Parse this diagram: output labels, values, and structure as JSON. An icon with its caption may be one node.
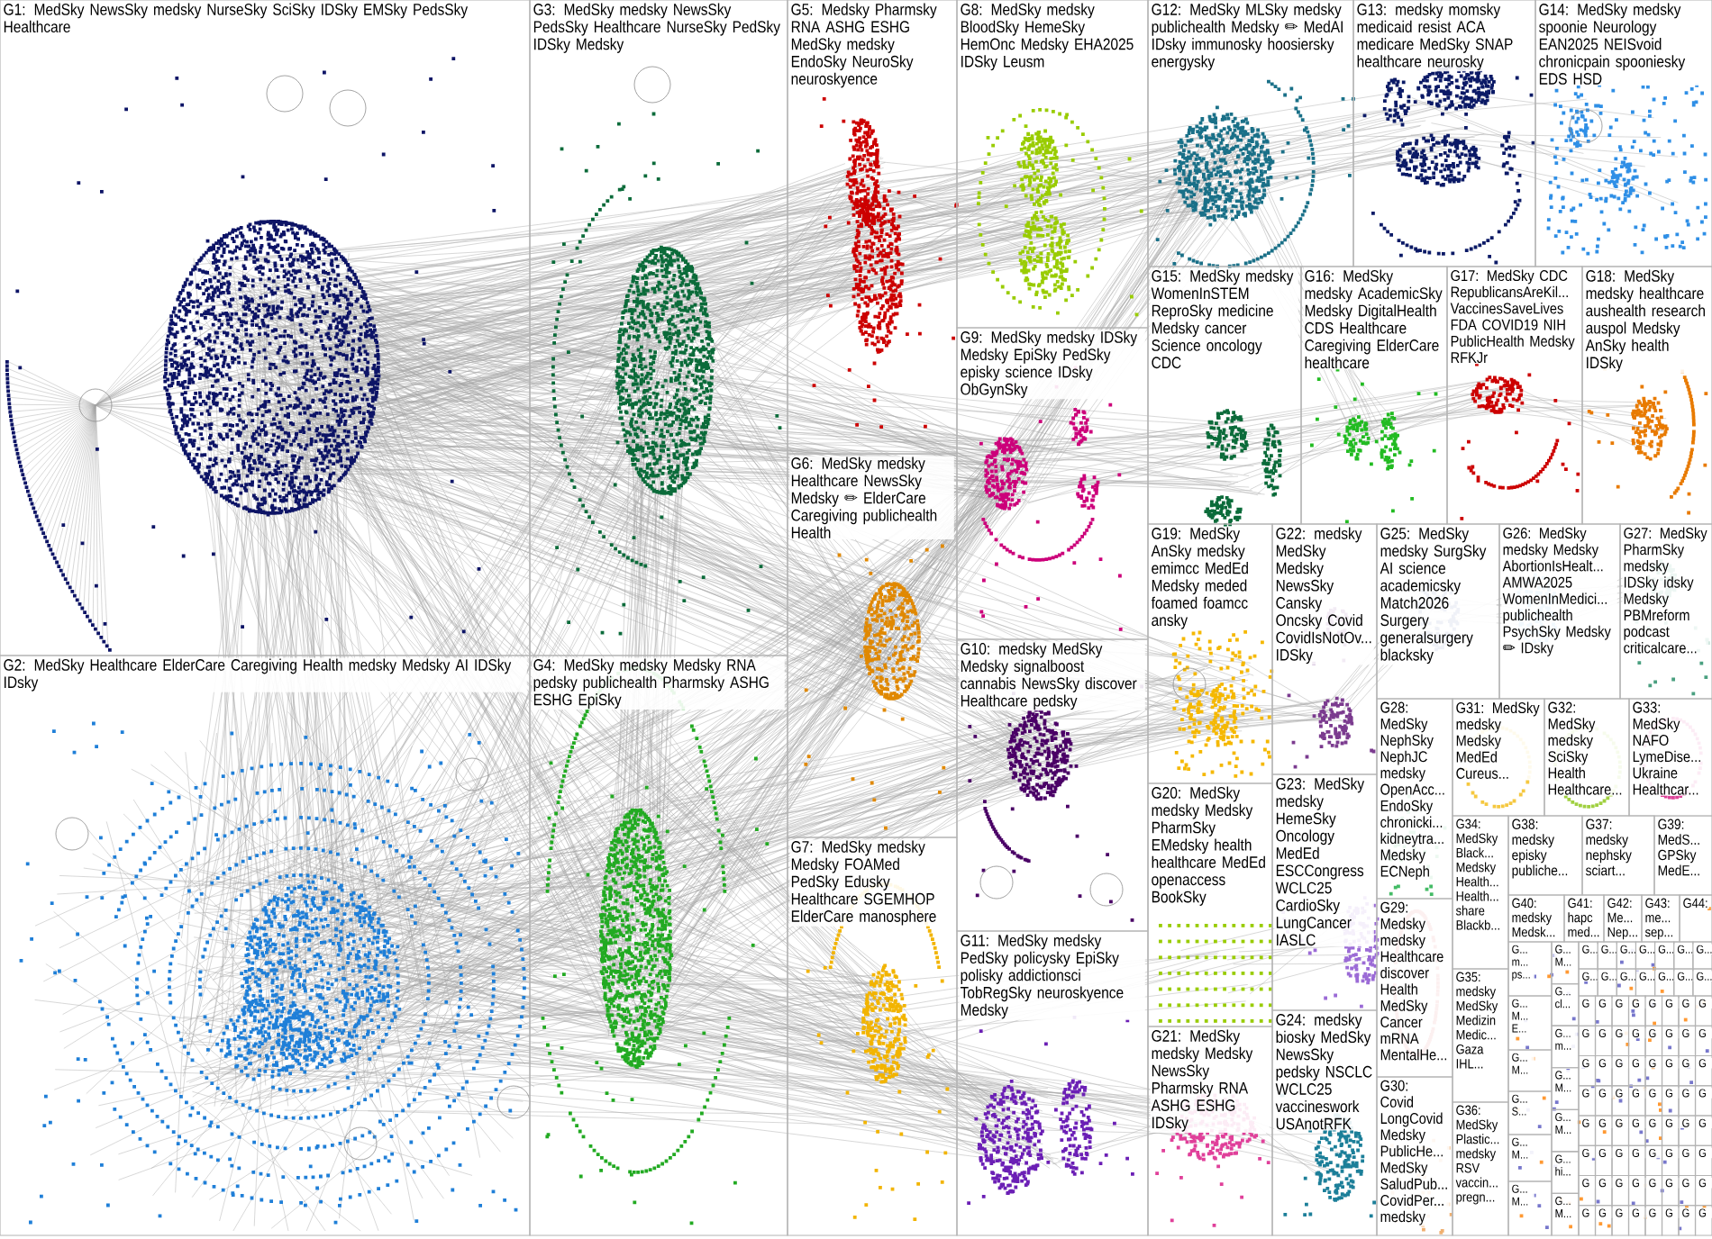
{
  "diagram": {
    "nodes": [
      {
        "text": [
          "G1: MedSky NewsSky medsky NurseSky SciSky IDSky EMSky PedsSky Healthcare"
        ]
      },
      {
        "text": [
          "G2: MedSky Healthcare ElderCare Caregiving Health medsky Medsky AI IDSky IDsky"
        ]
      },
      {
        "text": [
          "G3: MedSky medsky NewsSky PedsSky Healthcare NurseSky PedSky IDSky Medsky"
        ]
      },
      {
        "text": [
          "G4: MedSky medsky Medsky RNA pedsky publichealth Pharmsky ASHG ESHG EpiSky"
        ]
      },
      {
        "text": [
          "G5: Medsky Pharmsky RNA ASHG ESHG MedSky medsky EndoSky NeuroSky neuroskyence"
        ]
      },
      {
        "text": [
          "G6: MedSky medsky Healthcare NewsSky Medsky ✏ ElderCare Caregiving publichealth Health"
        ]
      },
      {
        "text": [
          "G7: MedSky medsky Medsky FOAMed PedSky Edusky Healthcare SGEMHOP ElderCare manosphere"
        ]
      },
      {
        "text": [
          "G8: MedSky medsky BloodSky HemeSky HemOnc Medsky EHA2025 IDSky Leusm"
        ]
      },
      {
        "text": [
          "G9: MedSky medsky IDSky Medsky EpiSky PedSky episky science IDsky ObGynSky"
        ]
      },
      {
        "text": [
          "G10: medsky MedSky Medsky signalboost cannabis NewsSky discover Healthcare pedsky"
        ]
      },
      {
        "text": [
          "G11: MedSky medsky PedSky policysky EpiSky polisky addictionsci TobRegSky neuroskyence Medsky"
        ]
      },
      {
        "text": [
          "G12: MedSky MLSky medsky publichealth Medsky ✏ MedAI IDsky immunosky hoosiersky energysky"
        ]
      },
      {
        "text": [
          "G13: medsky momsky medicaid resist ACA medicare MedSky SNAP healthcare neurosky"
        ]
      },
      {
        "text": [
          "G14: MedSky medsky spoonie Neurology EAN2025 NEISvoid chronicpain spooniesky EDS HSD"
        ]
      },
      {
        "text": [
          "G15: MedSky medsky WomenInSTEM ReproSky medicine Medsky cancer Science oncology CDC"
        ]
      },
      {
        "text": [
          "G16: MedSky medsky AcademicSky Medsky DigitalHealth CDS Healthcare Caregiving ElderCare healthcare"
        ]
      },
      {
        "text": [
          "G17: MedSky CDC RepublicansAreKil... VaccinesSaveLives FDA COVID19 NIH PublicHealth Medsky RFKJr"
        ]
      },
      {
        "text": [
          "G18: MedSky medsky healthcare aushealth research auspol Medsky AnSky health IDSky"
        ]
      },
      {
        "text": [
          "G19: MedSky AnSky medsky emimcc MedEd Medsky meded foamed foamcc ansky"
        ]
      },
      {
        "text": [
          "G20: MedSky medsky Medsky PharmSky EMedsky health healthcare MedEd openaccess BookSky"
        ]
      },
      {
        "text": [
          "G21: MedSky medsky Medsky NewsSky Pharmsky RNA ASHG ESHG IDSky"
        ]
      },
      {
        "text": [
          "G22: medsky MedSky Medsky NewsSky Cansky Oncsky Covid CovidIsNotOv... IDSky"
        ]
      },
      {
        "text": [
          "G23: MedSky medsky HemeSky Oncology MedEd ESCCongress WCLC25 CardioSky LungCancer IASLC"
        ]
      },
      {
        "text": [
          "G24: medsky biosky MedSky NewsSky pedsky NSCLC WCLC25 vaccineswork USAnotRFK"
        ]
      },
      {
        "text": [
          "G25: MedSky medsky SurgSky AI science academicsky Match2026 Surgery generalsurgery blacksky"
        ]
      },
      {
        "text": [
          "G26: MedSky medsky Medsky AbortionIsHealt... AMWA2025 WomenInMedici... publichealth PsychSky Medsky ✏ IDsky"
        ]
      },
      {
        "text": [
          "G27: MedSky PharmSky medsky IDSky idsky Medsky PBMreform podcast criticalcare..."
        ]
      },
      {
        "text": [
          "G28: MedSky NephSky NephJC medsky OpenAcc... EndoSky chronicki... kidneytra... Medsky ECNeph"
        ]
      },
      {
        "text": [
          "G29: Medsky medsky Healthcare discover Health MedSky Cancer mRNA MentalHe..."
        ]
      },
      {
        "text": [
          "G30: Covid LongCovid Medsky PublicHe... MedSky SaludPub... CovidPer... medsky"
        ]
      },
      {
        "text": [
          "G31: MedSky medsky Medsky MedEd Cureus..."
        ]
      },
      {
        "text": [
          "G32: MedSky medsky SciSky Health Healthcare..."
        ]
      },
      {
        "text": [
          "G33: MedSky NAFO LymeDise... Ukraine Healthcar..."
        ]
      },
      {
        "text": [
          "G34: MedSky Black... Medsky Health... Health... share Blackb..."
        ]
      },
      {
        "text": [
          "G35: medsky MedSky Medizin Medic... Gaza IHL..."
        ]
      },
      {
        "text": [
          "G36: MedSky Plastic... medsky RSV vaccin... pregn..."
        ]
      },
      {
        "text": [
          "G37: medsky nephsky sciart..."
        ]
      },
      {
        "text": [
          "G38: medsky episky publiche..."
        ]
      },
      {
        "text": [
          "G39: MedS... GPSky MedE..."
        ]
      },
      {
        "text": [
          "G40: medsky Medsk..."
        ]
      },
      {
        "text": [
          "G41: hapc med..."
        ]
      },
      {
        "text": [
          "G42: Me... Nep..."
        ]
      },
      {
        "text": [
          "G43: me... sep..."
        ]
      },
      {
        "text": [
          "G44:"
        ]
      },
      {
        "text": [
          "G... m... ps..."
        ]
      },
      {
        "text": [
          "G... M... E..."
        ]
      },
      {
        "text": [
          "G... M..."
        ]
      },
      {
        "text": [
          "G... S..."
        ]
      },
      {
        "text": [
          "G... M..."
        ]
      },
      {
        "text": [
          "G... M..."
        ]
      },
      {
        "text": [
          "G... M..."
        ]
      },
      {
        "text": [
          "G... cl..."
        ]
      },
      {
        "text": [
          "G... m..."
        ]
      },
      {
        "text": [
          "G... M..."
        ]
      },
      {
        "text": [
          "G... M..."
        ]
      },
      {
        "text": [
          "G... hi..."
        ]
      },
      {
        "text": [
          "G... M..."
        ]
      },
      {
        "text": [
          "G..."
        ]
      },
      {
        "text": [
          "G..."
        ]
      },
      {
        "text": [
          "G..."
        ]
      },
      {
        "text": [
          "G..."
        ]
      },
      {
        "text": [
          "G..."
        ]
      },
      {
        "text": [
          "G..."
        ]
      },
      {
        "text": [
          "G..."
        ]
      },
      {
        "text": [
          "G..."
        ]
      },
      {
        "text": [
          "G..."
        ]
      },
      {
        "text": [
          "G..."
        ]
      },
      {
        "text": [
          "G..."
        ]
      },
      {
        "text": [
          "G..."
        ]
      },
      {
        "text": [
          "G..."
        ]
      },
      {
        "text": [
          "G..."
        ]
      },
      {
        "text": [
          "G"
        ]
      },
      {
        "text": [
          "G"
        ]
      },
      {
        "text": [
          "G"
        ]
      },
      {
        "text": [
          "G"
        ]
      },
      {
        "text": [
          "G"
        ]
      },
      {
        "text": [
          "G"
        ]
      },
      {
        "text": [
          "G"
        ]
      },
      {
        "text": [
          "G"
        ]
      },
      {
        "text": [
          "G"
        ]
      },
      {
        "text": [
          "G"
        ]
      },
      {
        "text": [
          "G"
        ]
      },
      {
        "text": [
          "G"
        ]
      },
      {
        "text": [
          "G"
        ]
      },
      {
        "text": [
          "G"
        ]
      },
      {
        "text": [
          "G"
        ]
      },
      {
        "text": [
          "G"
        ]
      },
      {
        "text": [
          "G"
        ]
      },
      {
        "text": [
          "G"
        ]
      },
      {
        "text": [
          "G"
        ]
      },
      {
        "text": [
          "G"
        ]
      },
      {
        "text": [
          "G"
        ]
      },
      {
        "text": [
          "G"
        ]
      },
      {
        "text": [
          "G"
        ]
      },
      {
        "text": [
          "G"
        ]
      },
      {
        "text": [
          "G"
        ]
      },
      {
        "text": [
          "G"
        ]
      },
      {
        "text": [
          "G"
        ]
      },
      {
        "text": [
          "G"
        ]
      },
      {
        "text": [
          "G"
        ]
      },
      {
        "text": [
          "G"
        ]
      },
      {
        "text": [
          "G"
        ]
      },
      {
        "text": [
          "G"
        ]
      },
      {
        "text": [
          "G"
        ]
      },
      {
        "text": [
          "G"
        ]
      },
      {
        "text": [
          "G"
        ]
      },
      {
        "text": [
          "G"
        ]
      },
      {
        "text": [
          "G"
        ]
      },
      {
        "text": [
          "G"
        ]
      },
      {
        "text": [
          "G"
        ]
      },
      {
        "text": [
          "G"
        ]
      },
      {
        "text": [
          "G"
        ]
      },
      {
        "text": [
          "G"
        ]
      },
      {
        "text": [
          "G"
        ]
      },
      {
        "text": [
          "G"
        ]
      },
      {
        "text": [
          "G"
        ]
      },
      {
        "text": [
          "G"
        ]
      },
      {
        "text": [
          "G"
        ]
      },
      {
        "text": [
          "G"
        ]
      },
      {
        "text": [
          "G"
        ]
      },
      {
        "text": [
          "G"
        ]
      },
      {
        "text": [
          "G"
        ]
      },
      {
        "text": [
          "G"
        ]
      },
      {
        "text": [
          "G"
        ]
      },
      {
        "text": [
          "G"
        ]
      },
      {
        "text": [
          "G"
        ]
      },
      {
        "text": [
          "G"
        ]
      },
      {
        "text": [
          "G"
        ]
      },
      {
        "text": [
          "G"
        ]
      },
      {
        "text": [
          "G"
        ]
      },
      {
        "text": [
          "G"
        ]
      },
      {
        "text": [
          "G"
        ]
      },
      {
        "text": [
          "G"
        ]
      },
      {
        "text": [
          "G"
        ]
      },
      {
        "text": [
          "G"
        ]
      }
    ]
  }
}
